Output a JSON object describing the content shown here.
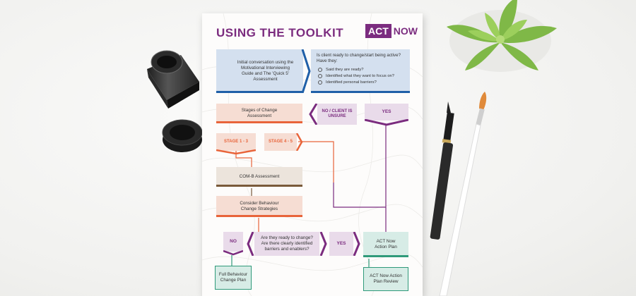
{
  "flowchart": {
    "title": "USING THE TOOLKIT",
    "logo": {
      "part1": "ACT",
      "part2": "NOW"
    },
    "initial": "Initial conversation using the Motivational Interviewing Guide and The 'Quick 5' Assessment",
    "question": "Is client ready to change/start being active? Have they:",
    "checklist": [
      "Said they are ready?",
      "Identified what they want to focus on?",
      "Identified personal barriers?"
    ],
    "no_unsure": "NO / CLIENT IS UNSURE",
    "yes_top": "YES",
    "stages": "Stages of Change Assessment",
    "stage13": "STAGE 1 - 3",
    "stage45": "STAGE 4 - 5",
    "comb": "COM-B Assessment",
    "strategies": "Consider Behaviour Change Strategies",
    "no_bottom": "NO",
    "ready_q": "Are they ready to change? Are there clearly identified barriers and enablers?",
    "yes_bottom": "YES",
    "action_plan": "ACT Now Action Plan",
    "full_plan": "Full Behaviour Change Plan",
    "review": "ACT Now Action Plan Review"
  },
  "colors": {
    "purple": "#7b2c7f",
    "blue": "#1f5fa8",
    "orange": "#e8643a",
    "brown": "#7a5a3a",
    "green": "#2f9a7a"
  }
}
